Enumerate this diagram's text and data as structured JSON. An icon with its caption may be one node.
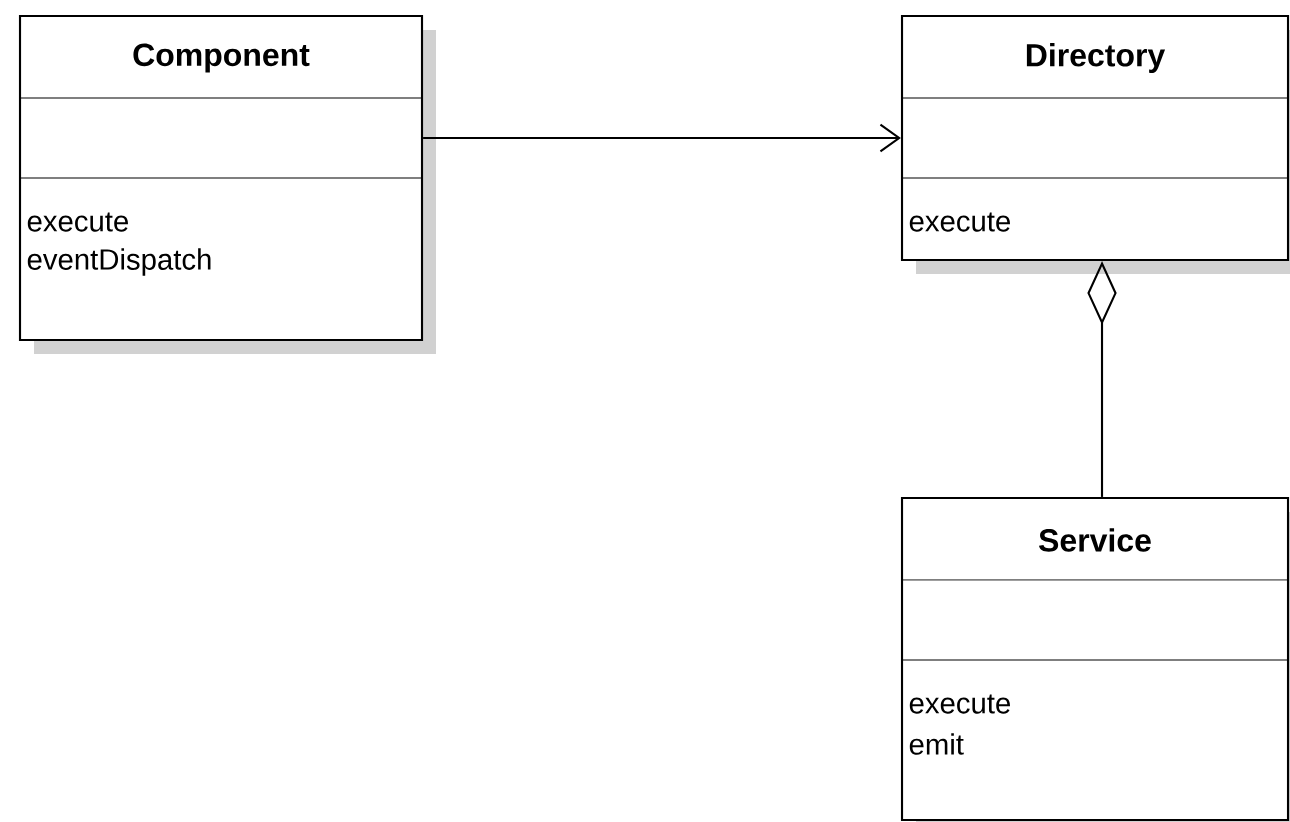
{
  "diagram": {
    "nodes": [
      {
        "text": [
          "Component",
          "execute",
          "eventDispatch"
        ]
      },
      {
        "text": [
          "Directory",
          "execute"
        ]
      },
      {
        "text": [
          "Service",
          "execute",
          "emit"
        ]
      }
    ],
    "edges": [
      {
        "from": 0,
        "to": 1,
        "arrow": "to"
      },
      {
        "from": 2,
        "to": 1,
        "arrow": "other"
      }
    ]
  }
}
